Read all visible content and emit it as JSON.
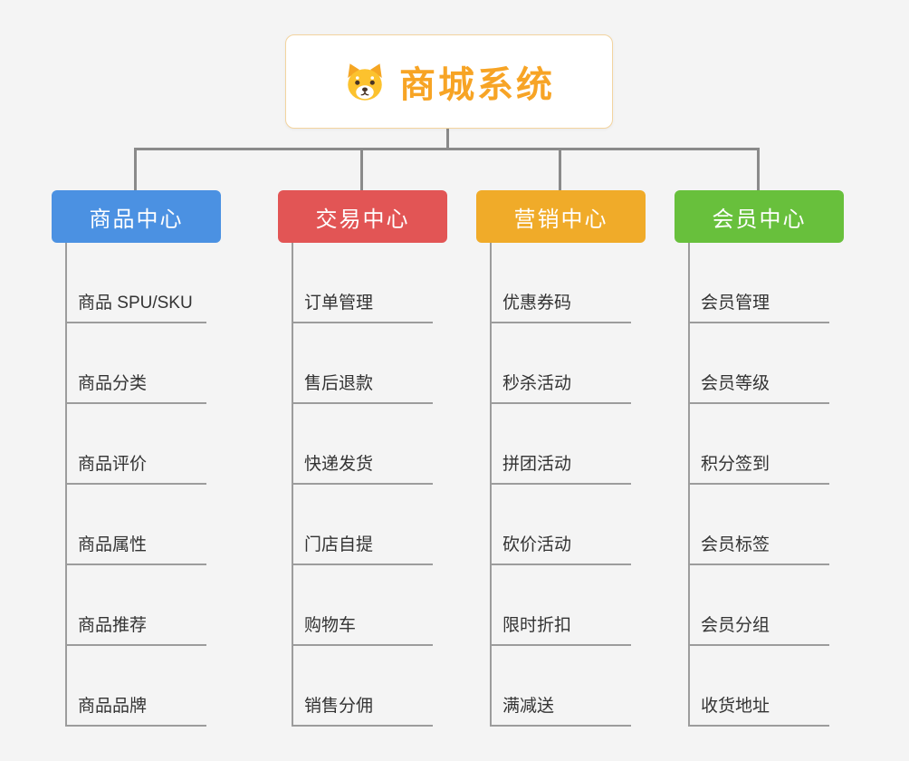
{
  "root": {
    "title": "商城系统",
    "icon": "dog-icon"
  },
  "colors": {
    "background": "#f4f4f4",
    "root_title": "#f7a425",
    "root_border": "#f3d49f",
    "connector": "#8a8a8a",
    "leaf_text": "#333333"
  },
  "branches": [
    {
      "label": "商品中心",
      "color": "#4b91e2",
      "items": [
        "商品 SPU/SKU",
        "商品分类",
        "商品评价",
        "商品属性",
        "商品推荐",
        "商品品牌"
      ]
    },
    {
      "label": "交易中心",
      "color": "#e25555",
      "items": [
        "订单管理",
        "售后退款",
        "快递发货",
        "门店自提",
        "购物车",
        "销售分佣"
      ]
    },
    {
      "label": "营销中心",
      "color": "#f0ab29",
      "items": [
        "优惠券码",
        "秒杀活动",
        "拼团活动",
        "砍价活动",
        "限时折扣",
        "满减送"
      ]
    },
    {
      "label": "会员中心",
      "color": "#68c03c",
      "items": [
        "会员管理",
        "会员等级",
        "积分签到",
        "会员标签",
        "会员分组",
        "收货地址"
      ]
    }
  ]
}
